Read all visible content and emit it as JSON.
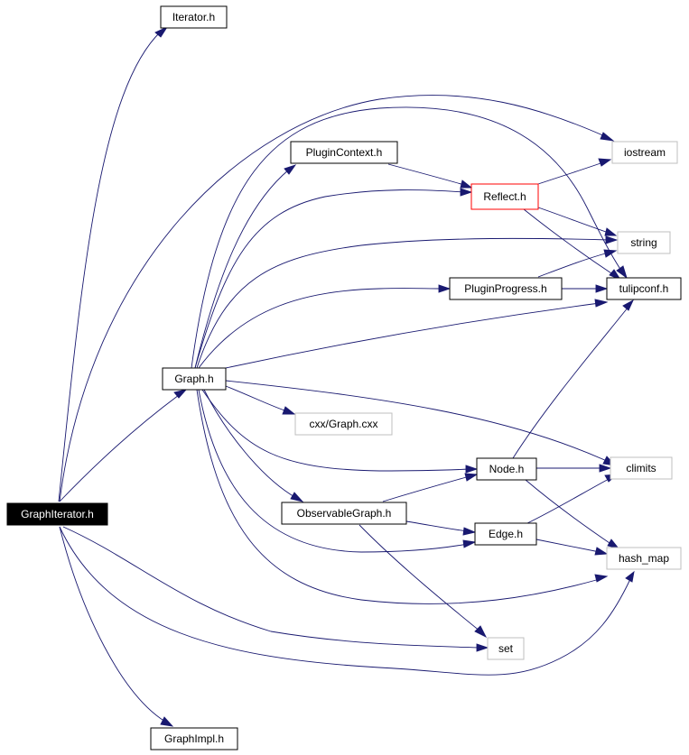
{
  "colors": {
    "edge": "#191970",
    "external_border": "#bfbfbf",
    "highlight_border": "#ff0000",
    "root_fill": "#000000"
  },
  "nodes": {
    "graphiterator": {
      "label": "GraphIterator.h"
    },
    "iterator": {
      "label": "Iterator.h"
    },
    "graph": {
      "label": "Graph.h"
    },
    "graphimpl": {
      "label": "GraphImpl.h"
    },
    "plugincontext": {
      "label": "PluginContext.h"
    },
    "reflect": {
      "label": "Reflect.h"
    },
    "iostream": {
      "label": "iostream"
    },
    "string": {
      "label": "string"
    },
    "pluginprogress": {
      "label": "PluginProgress.h"
    },
    "tulipconf": {
      "label": "tulipconf.h"
    },
    "cxxgraph": {
      "label": "cxx/Graph.cxx"
    },
    "node": {
      "label": "Node.h"
    },
    "climits": {
      "label": "climits"
    },
    "observablegraph": {
      "label": "ObservableGraph.h"
    },
    "edge": {
      "label": "Edge.h"
    },
    "hashmap": {
      "label": "hash_map"
    },
    "set": {
      "label": "set"
    }
  }
}
